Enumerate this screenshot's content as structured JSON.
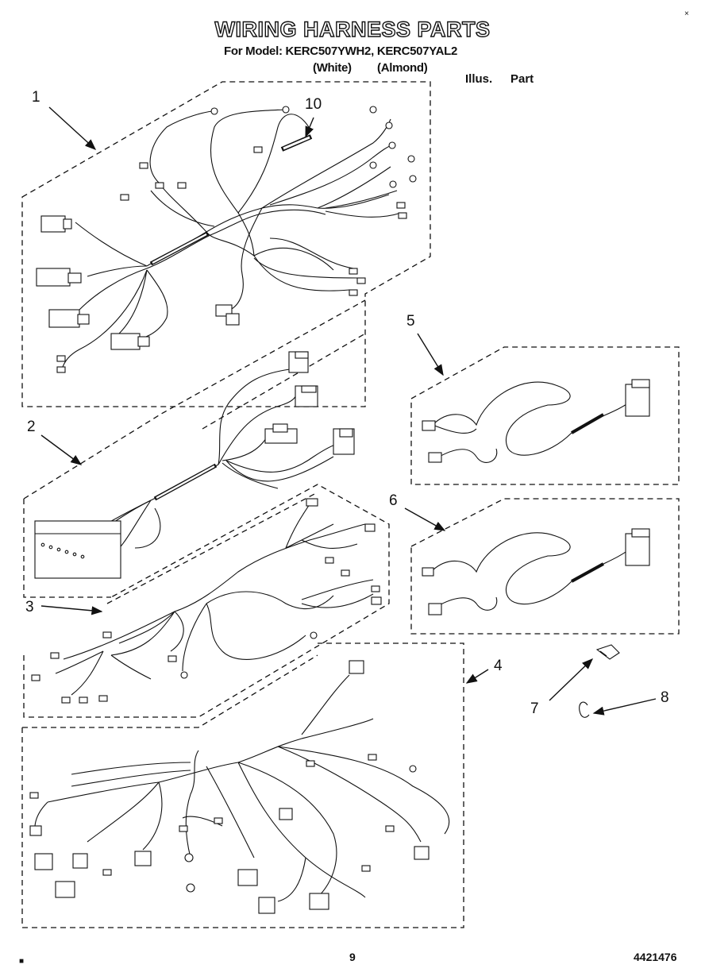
{
  "page": {
    "title": "WIRING HARNESS PARTS",
    "model_line": "For Model: KERC507YWH2, KERC507YAL2",
    "color_white": "(White)",
    "color_almond": "(Almond)",
    "header_illus": "Illus.",
    "header_part": "Part",
    "page_number": "9",
    "doc_number": "4421476"
  },
  "callouts": [
    "1",
    "10",
    "2",
    "5",
    "6",
    "3",
    "4",
    "7",
    "8"
  ]
}
